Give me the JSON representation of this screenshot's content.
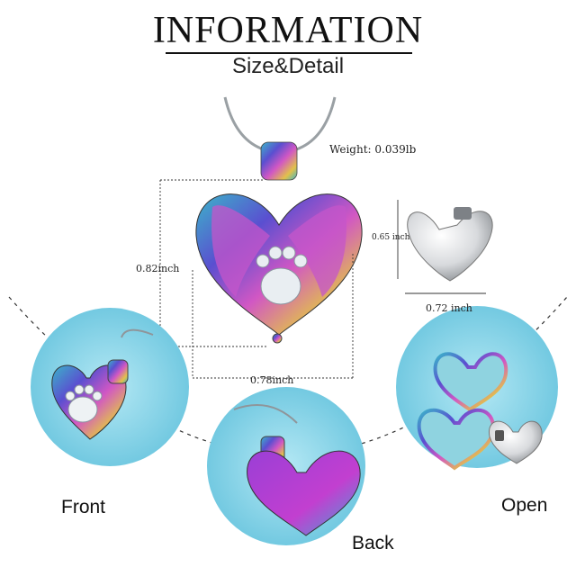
{
  "header": {
    "title": "INFORMATION",
    "subtitle": "Size&Detail"
  },
  "specs": {
    "weight": "Weight: 0.039lb",
    "height": "0.82inch",
    "width": "0.78inch",
    "insert_height": "0.65 inch",
    "insert_width": "0.72 inch"
  },
  "views": {
    "front": "Front",
    "back": "Back",
    "open": "Open"
  },
  "colors": {
    "circle_bg": "#7fd0e6",
    "silver": "#d8dadd",
    "rainbow_a": "#5a4fd0",
    "rainbow_b": "#d157c4",
    "rainbow_c": "#3bb5c9",
    "rainbow_d": "#e2c14a"
  },
  "icons": [
    "paw-icon",
    "angel-wing-icon",
    "heart-locket-icon",
    "chain-icon"
  ]
}
